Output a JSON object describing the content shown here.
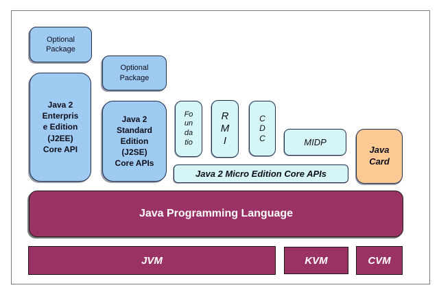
{
  "diagram": {
    "description": "Java platform editions stack diagram (J2EE, J2SE, J2ME, Java Card)",
    "colors": {
      "pale_blue": "#9fcaf2",
      "light_cyan": "#d6f5f6",
      "tan_orange": "#fbca94",
      "plum_magenta": "#9b3265",
      "dark_border": "#1c2b4a",
      "frame_gray": "#777777",
      "text_dark": "#0d0d1a",
      "text_light": "#ffffff"
    },
    "boxes": {
      "optional_package_1": {
        "lines": [
          "Optional",
          "Package"
        ]
      },
      "optional_package_2": {
        "lines": [
          "Optional",
          "Package"
        ]
      },
      "j2ee": {
        "lines": [
          "Java 2",
          "Enterpris",
          "e Edition",
          "(J2EE)",
          "Core API"
        ]
      },
      "j2se": {
        "lines": [
          "Java 2",
          "Standard",
          "Edition",
          "(J2SE)",
          "Core APIs"
        ]
      },
      "foundation": {
        "lines": [
          "Fo",
          "un",
          "da",
          "tio"
        ]
      },
      "rmi": {
        "lines": [
          "R",
          "M",
          "I"
        ]
      },
      "cdc": {
        "lines": [
          "C",
          "D",
          "C"
        ]
      },
      "midp": {
        "label": "MIDP"
      },
      "java_card": {
        "lines": [
          "Java",
          "Card"
        ]
      },
      "micro_core": {
        "label": "Java 2 Micro Edition Core APIs"
      },
      "java_programming_language": {
        "label": "Java Programming Language"
      },
      "jvm": {
        "label": "JVM"
      },
      "kvm": {
        "label": "KVM"
      },
      "cvm": {
        "label": "CVM"
      }
    }
  }
}
